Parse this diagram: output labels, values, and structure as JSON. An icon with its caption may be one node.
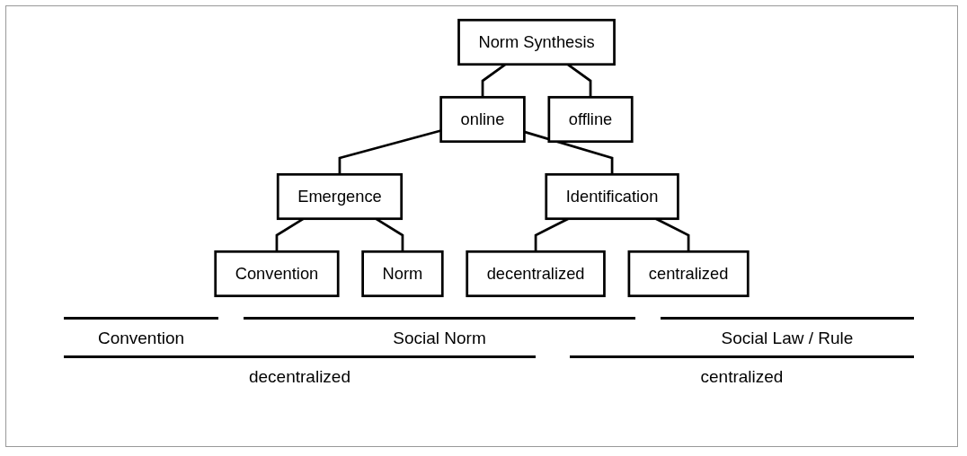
{
  "diagram": {
    "nodes": [
      {
        "text": [
          "Norm Synthesis"
        ]
      },
      {
        "text": [
          "online"
        ]
      },
      {
        "text": [
          "offline"
        ]
      },
      {
        "text": [
          "Emergence"
        ]
      },
      {
        "text": [
          "Identification"
        ]
      },
      {
        "text": [
          "Convention"
        ]
      },
      {
        "text": [
          "Norm"
        ]
      },
      {
        "text": [
          "decentralized"
        ]
      },
      {
        "text": [
          "centralized"
        ]
      }
    ],
    "edges": [
      {
        "from": 0,
        "to": 1,
        "arrow": "none"
      },
      {
        "from": 0,
        "to": 2,
        "arrow": "none"
      },
      {
        "from": 1,
        "to": 3,
        "arrow": "none"
      },
      {
        "from": 1,
        "to": 4,
        "arrow": "none"
      },
      {
        "from": 3,
        "to": 5,
        "arrow": "none"
      },
      {
        "from": 3,
        "to": 6,
        "arrow": "none"
      },
      {
        "from": 4,
        "to": 7,
        "arrow": "none"
      },
      {
        "from": 4,
        "to": 8,
        "arrow": "none"
      }
    ],
    "labels": [
      "Convention",
      "Social Norm",
      "Social Law / Rule",
      "decentralized",
      "centralized"
    ]
  }
}
